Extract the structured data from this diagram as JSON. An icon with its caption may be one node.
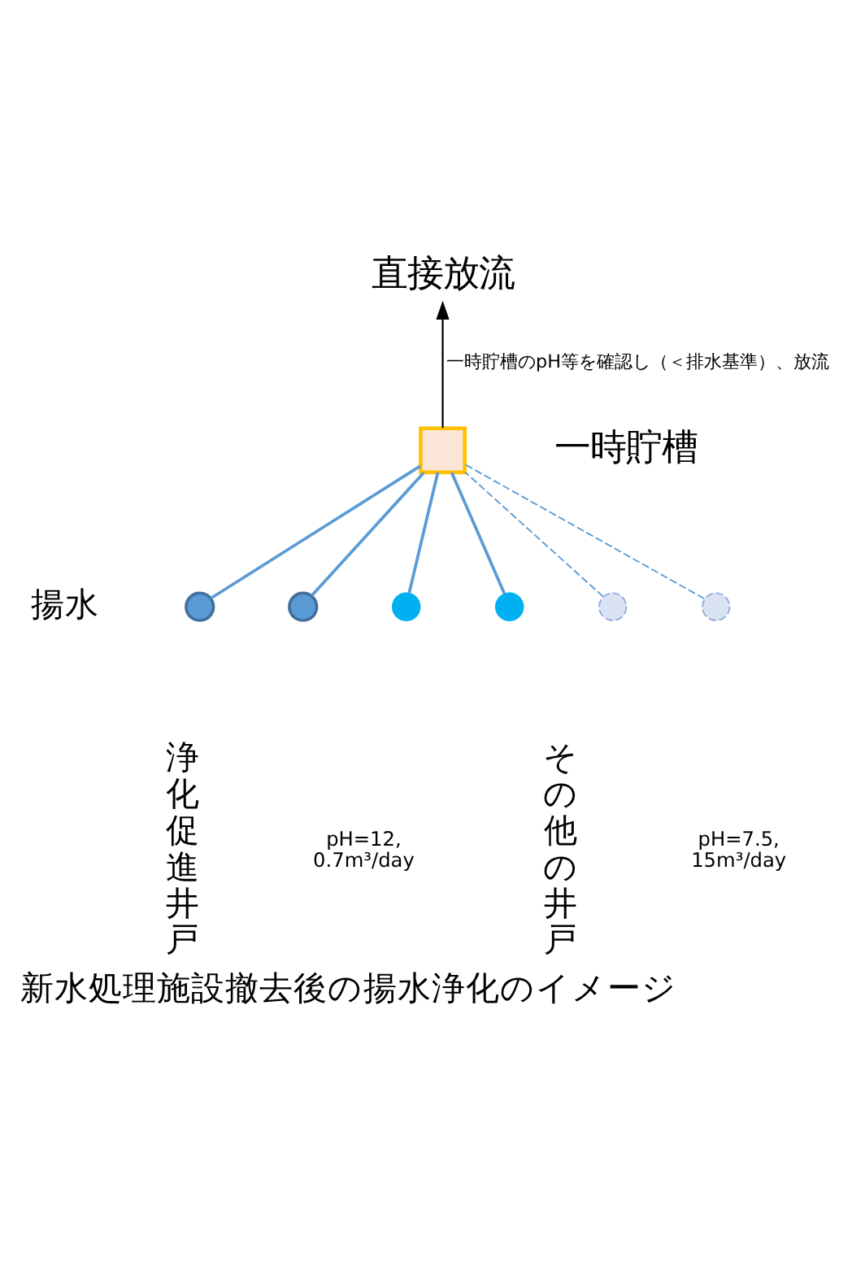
{
  "diagram": {
    "caption": "新水処理施設撤去後の揚水浄化のイメージ",
    "nodes": [
      {
        "text": [
          "直接放流"
        ]
      },
      {
        "text": [],
        "shape": "box",
        "beside": [
          "一時貯槽"
        ]
      },
      {
        "text": [],
        "shape": "circle"
      },
      {
        "text": [],
        "shape": "circle"
      },
      {
        "text": [],
        "shape": "circle"
      },
      {
        "text": [],
        "shape": "circle"
      },
      {
        "text": [],
        "shape": "circle"
      },
      {
        "text": [],
        "shape": "circle"
      }
    ],
    "edges": [
      {
        "from": 1,
        "to": 0,
        "arrow": "to",
        "label": "一時貯槽のpH等を確認し（＜排水基準）、放流",
        "color": "#000000"
      },
      {
        "from": 2,
        "to": 1,
        "arrow": "none"
      },
      {
        "from": 3,
        "to": 1,
        "arrow": "none"
      },
      {
        "from": 4,
        "to": 1,
        "arrow": "none"
      },
      {
        "from": 5,
        "to": 1,
        "arrow": "none"
      },
      {
        "from": 6,
        "to": 1,
        "arrow": "none",
        "style": "dashed"
      },
      {
        "from": 7,
        "to": 1,
        "arrow": "none",
        "style": "dashed"
      }
    ],
    "labels": [
      "揚水",
      "浄化促進井戸",
      "pH=12, 0.7m³/day",
      "その他の井戸",
      "pH=7.5, 15m³/day"
    ]
  }
}
